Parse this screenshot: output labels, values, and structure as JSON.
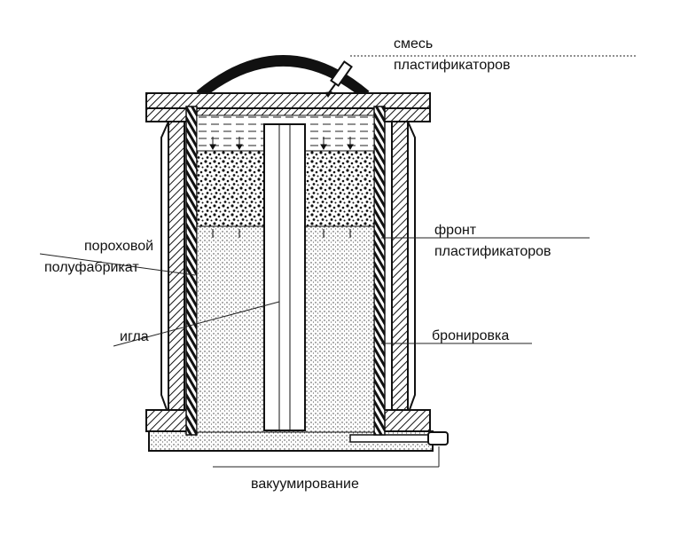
{
  "labels": {
    "mixture_line1": "смесь",
    "mixture_line2": "пластификаторов",
    "front_line1": "фронт",
    "front_line2": "пластификаторов",
    "powder_line1": "пороховой",
    "powder_line2": "полуфабрикат",
    "needle": "игла",
    "armor": "бронировка",
    "vacuum": "вакуумирование"
  },
  "colors": {
    "ink": "#111111",
    "paper": "#ffffff"
  }
}
